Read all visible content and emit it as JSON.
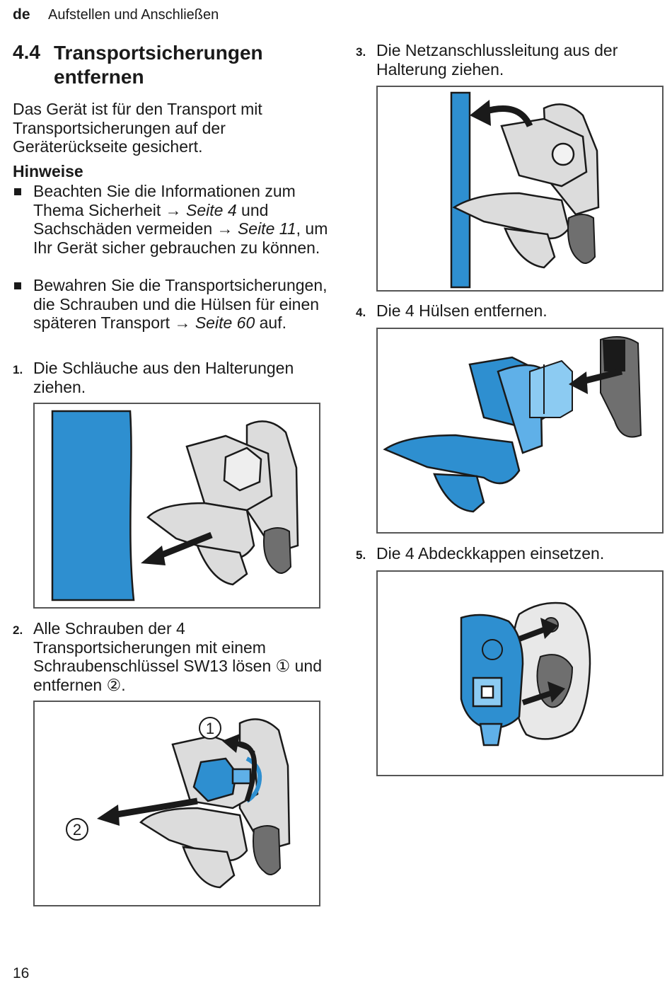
{
  "header": {
    "lang": "de",
    "title": "Aufstellen und Anschließen"
  },
  "section": {
    "number": "4.4",
    "title": "Transportsicherungen entfernen"
  },
  "intro": "Das Gerät ist für den Transport mit Transportsicherungen auf der Geräterückseite gesichert.",
  "notes": {
    "heading": "Hinweise",
    "items": [
      {
        "a": "Beachten Sie die Informationen zum Thema Sicherheit → ",
        "ref1": "Seite 4",
        "b": " und Sachschäden vermeiden → ",
        "ref2": "Seite 11",
        "c": ", um Ihr Gerät sicher gebrauchen zu können."
      },
      {
        "a": "Bewahren Sie die Transportsicherungen, die Schrauben und die Hülsen für einen späteren Transport → ",
        "ref1": "Seite 60",
        "b": " auf."
      }
    ]
  },
  "steps": [
    {
      "num": "1.",
      "text": "Die Schläuche aus den Halterungen ziehen."
    },
    {
      "num": "2.",
      "text": "Alle Schrauben der 4 Transportsicherungen mit einem Schraubenschlüssel SW13 lösen ① und entfernen ②."
    },
    {
      "num": "3.",
      "text": "Die Netzanschlussleitung aus der Halterung ziehen."
    },
    {
      "num": "4.",
      "text": "Die 4 Hülsen entfernen."
    },
    {
      "num": "5.",
      "text": "Die 4 Abdeckkappen einsetzen."
    }
  ],
  "figure2_labels": {
    "one": "1",
    "two": "2"
  },
  "colors": {
    "accent_blue": "#2e8fd0",
    "bracket_grey": "#dcdcdc",
    "dark_grey": "#6f6f6f",
    "outline": "#1a1a1a"
  },
  "page_number": "16"
}
